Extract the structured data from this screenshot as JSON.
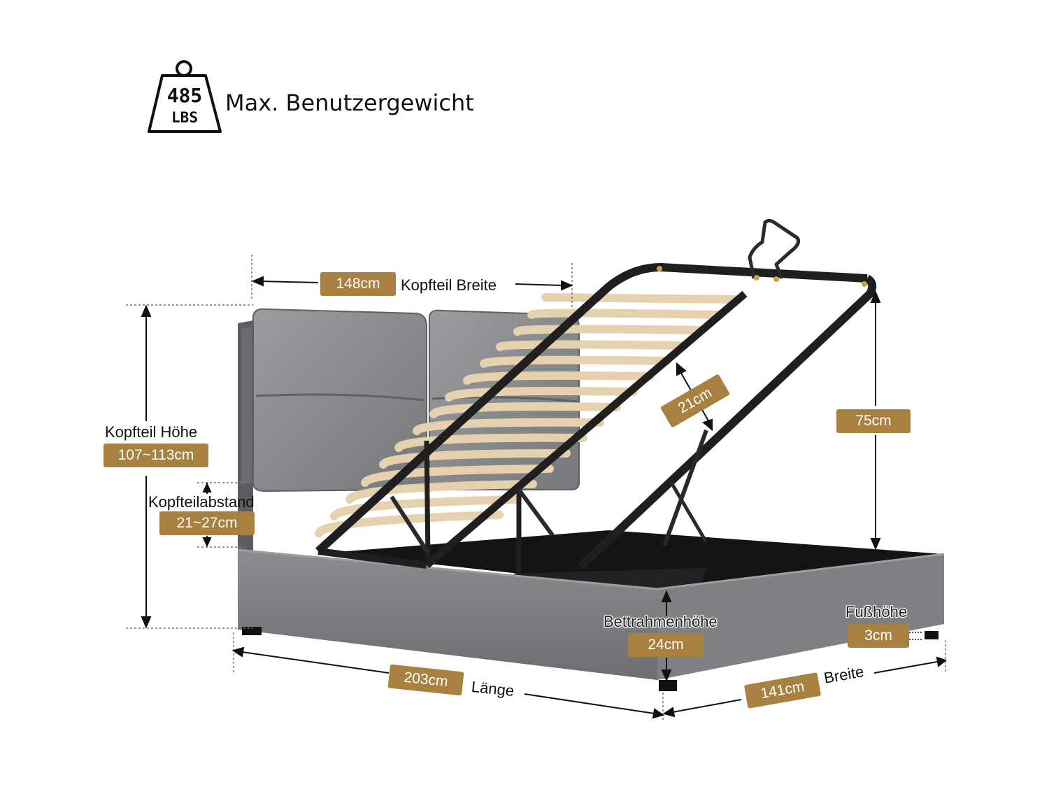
{
  "weight": {
    "value": "485",
    "unit": "LBS",
    "caption": "Max. Benutzergewicht",
    "icon": "weight-icon"
  },
  "dimensions": {
    "headboard_width": {
      "value": "148cm",
      "label": "Kopfteil Breite"
    },
    "headboard_height": {
      "value": "107~113cm",
      "label": "Kopfteil Höhe"
    },
    "headboard_gap": {
      "value": "21~27cm",
      "label": "Kopfteilabstand"
    },
    "lift_gap": {
      "value": "21cm"
    },
    "open_height": {
      "value": "75cm"
    },
    "frame_height": {
      "value": "24cm",
      "label": "Bettrahmenhöhe"
    },
    "foot_height": {
      "value": "3cm",
      "label": "Fußhöhe"
    },
    "length": {
      "value": "203cm",
      "label": "Länge"
    },
    "width": {
      "value": "141cm",
      "label": "Breite"
    }
  },
  "colors": {
    "badge": "#a8803f",
    "fabric": "#76787b",
    "metal": "#1f1f1f",
    "slat": "#e6d1ae"
  }
}
